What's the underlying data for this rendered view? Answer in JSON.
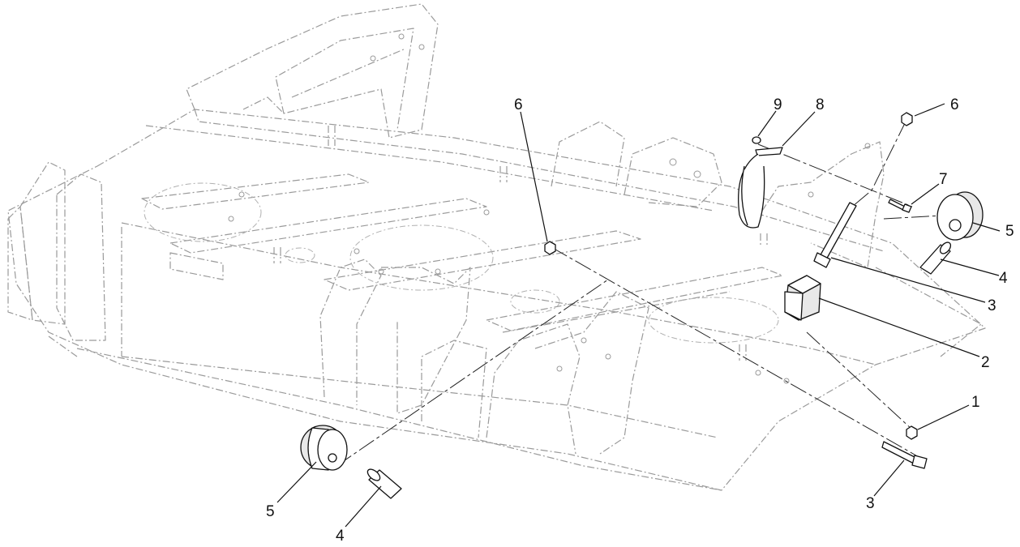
{
  "diagram": {
    "callouts": [
      "1",
      "2",
      "3",
      "3",
      "4",
      "4",
      "5",
      "5",
      "6",
      "6",
      "7",
      "8",
      "9"
    ]
  }
}
